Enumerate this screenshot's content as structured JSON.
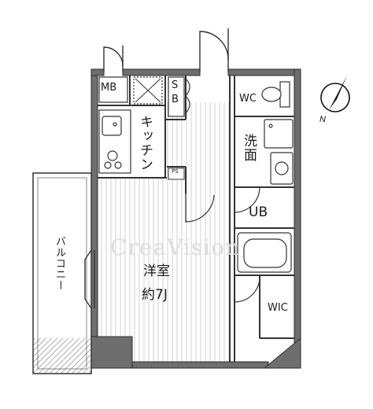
{
  "rooms": {
    "mb": "MB",
    "sb": "S\nB",
    "wc": "WC",
    "kitchen": "キッチン",
    "washroom": "洗面",
    "ps": "PS",
    "ub": "UB",
    "balcony": "バルコニー",
    "western_room": "洋室",
    "western_room_size": "約7J",
    "wic": "WIC"
  },
  "compass": {
    "north_label": "N"
  },
  "watermark": "CreaVision",
  "colors": {
    "wall": "#2b2b2b",
    "wall_fill": "#6e6e6e",
    "floor_hatch": "#cfcfcf",
    "line": "#333333"
  }
}
